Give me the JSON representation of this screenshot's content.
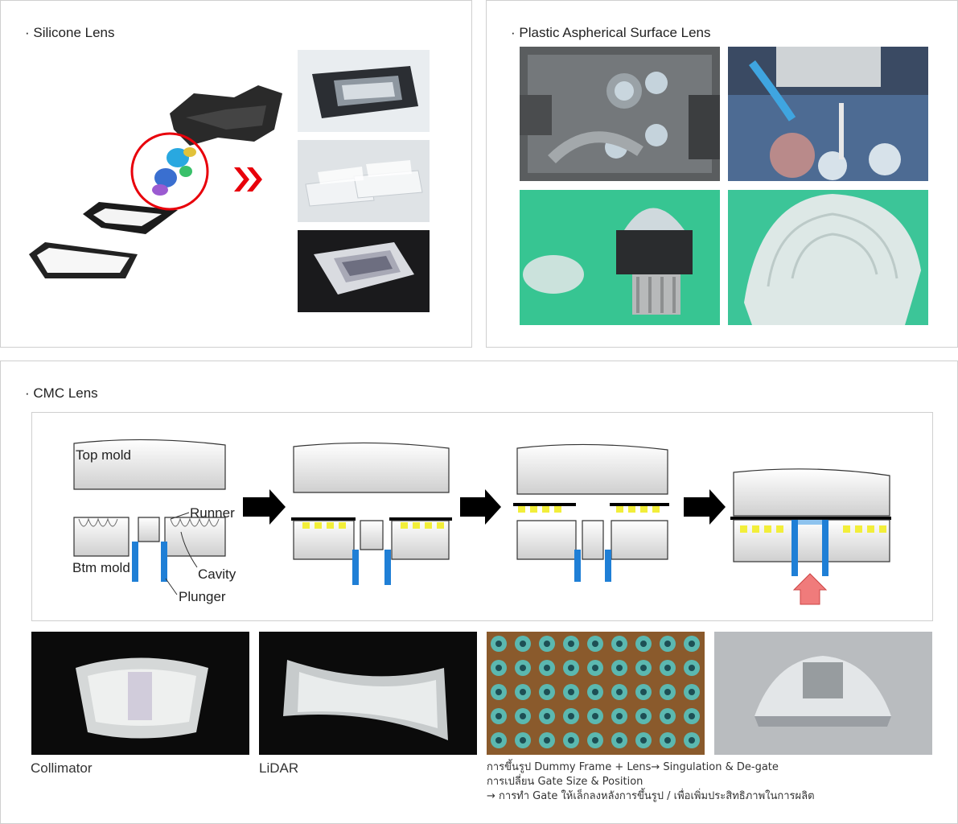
{
  "sections": {
    "silicone": {
      "title": "· Silicone Lens"
    },
    "plastic": {
      "title": "· Plastic Aspherical Surface Lens"
    },
    "cmc": {
      "title": "· CMC Lens"
    }
  },
  "diagram": {
    "labels": {
      "top_mold": "Top mold",
      "runner": "Runner",
      "btm_mold": "Btm mold",
      "cavity": "Cavity",
      "plunger": "Plunger"
    }
  },
  "captions": {
    "collimator": "Collimator",
    "lidar": "LiDAR",
    "process_notes": [
      "การขึ้นรูป Dummy Frame + Lens→ Singulation & De-gate",
      "การเปลี่ยน Gate Size & Position",
      "→ การทำ Gate ให้เล็กลงหลังการขึ้นรูป / เพื่อเพิ่มประสิทธิภาพในการผลิต"
    ]
  },
  "colors": {
    "accent_red": "#e8000b",
    "plunger_blue": "#1f7fd6",
    "lens_yellow": "#f2ee3a",
    "arrow_pink": "#f07b7b",
    "panel_border": "#cfcfcf"
  },
  "icons": [
    "double-chevron-right-icon",
    "process-arrow-icon",
    "push-up-arrow-icon"
  ]
}
